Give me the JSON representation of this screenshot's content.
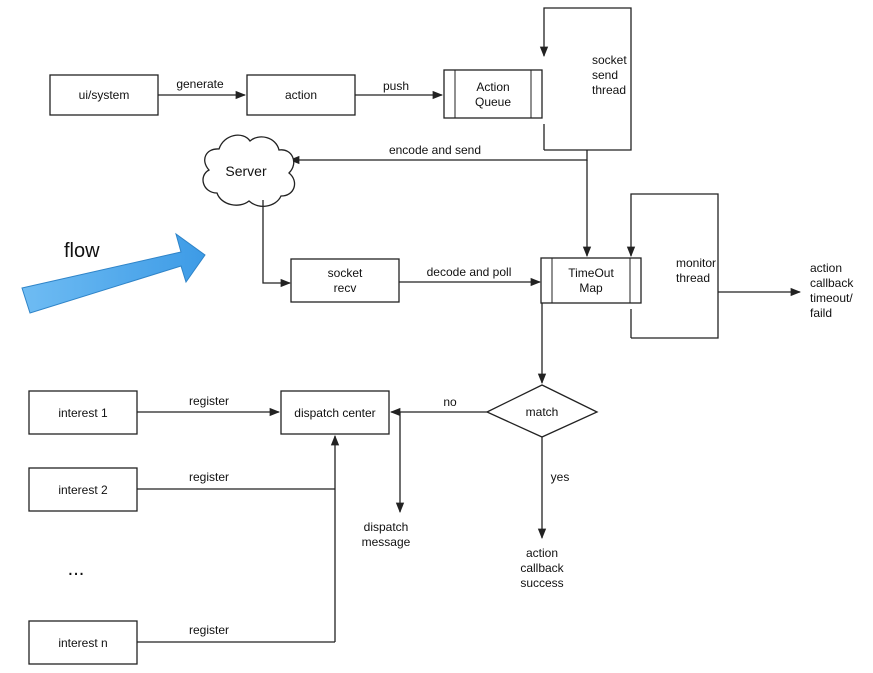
{
  "flow_label": "flow",
  "nodes": {
    "ui_system": "ui/system",
    "action": "action",
    "action_queue": [
      "Action",
      "Queue"
    ],
    "socket_send_thread": [
      "socket",
      "send",
      "thread"
    ],
    "server": "Server",
    "socket_recv": [
      "socket",
      "recv"
    ],
    "timeout_map": [
      "TimeOut",
      "Map"
    ],
    "monitor_thread": [
      "monitor",
      "thread"
    ],
    "action_callback_failed": [
      "action",
      "callback",
      "timeout/",
      "faild"
    ],
    "interest_1": "interest 1",
    "interest_2": "interest 2",
    "ellipsis": "...",
    "interest_n": "interest n",
    "dispatch_center": "dispatch center",
    "match": "match",
    "dispatch_message": [
      "dispatch",
      "message"
    ],
    "action_callback_success": [
      "action",
      "callback",
      "success"
    ]
  },
  "edges": {
    "generate": "generate",
    "push": "push",
    "encode_and_send": "encode and send",
    "decode_and_poll": "decode and poll",
    "register_1": "register",
    "register_2": "register",
    "register_n": "register",
    "no": "no",
    "yes": "yes"
  },
  "colors": {
    "flow_arrow_fill": "#4ea8ec",
    "flow_arrow_stroke": "#2f84c8",
    "stroke": "#222222"
  }
}
